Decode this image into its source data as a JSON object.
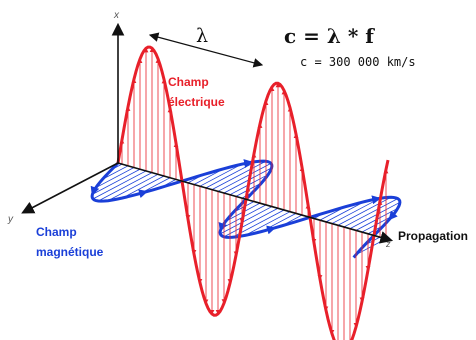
{
  "axes": {
    "x_label": "x",
    "y_label": "y",
    "z_label": "z"
  },
  "labels": {
    "wavelength_symbol": "λ",
    "formula": "c = λ * f",
    "speed": "c = 300 000 km/s",
    "electric_field_line1": "Champ",
    "electric_field_line2": "électrique",
    "magnetic_field_line1": "Champ",
    "magnetic_field_line2": "magnétique",
    "propagation": "Propagation"
  },
  "colors": {
    "electric": "#e8202a",
    "magnetic": "#1a3fd8",
    "axis": "#111111",
    "text": "#111111"
  }
}
